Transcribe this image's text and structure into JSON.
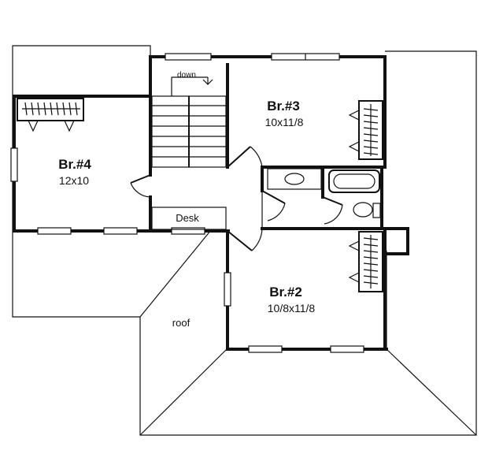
{
  "rooms": [
    {
      "name": "Br.#4",
      "size": "12x10"
    },
    {
      "name": "Br.#3",
      "size": "10x11/8"
    },
    {
      "name": "Br.#2",
      "size": "10/8x11/8"
    }
  ],
  "labels": {
    "stairs": "down",
    "desk": "Desk",
    "roof": "roof"
  }
}
